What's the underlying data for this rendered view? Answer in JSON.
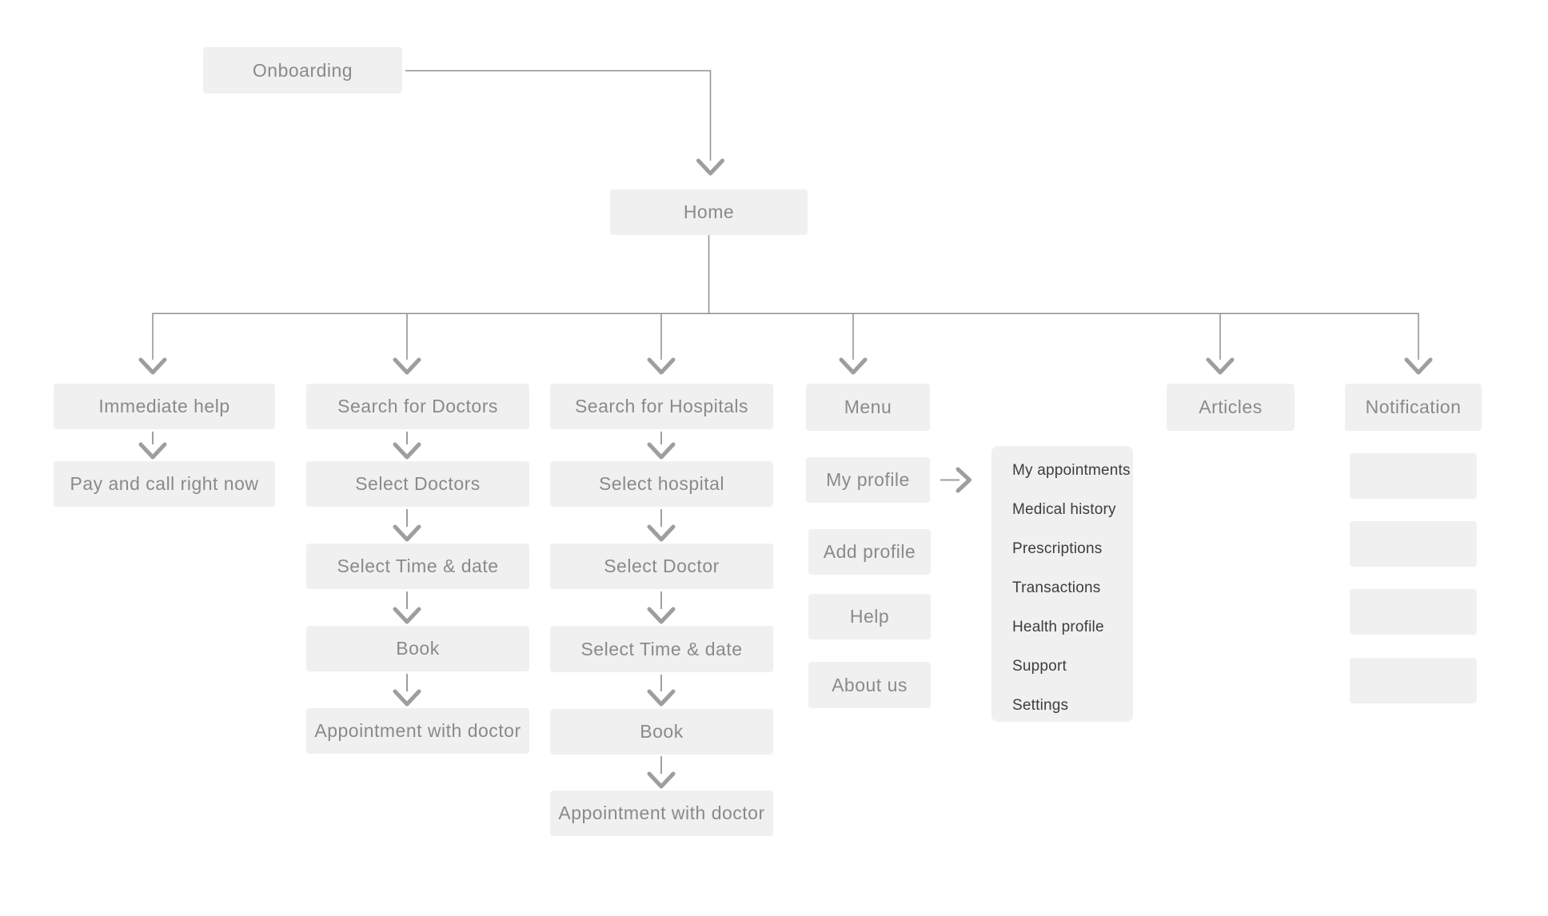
{
  "colors": {
    "background": "#ffffff",
    "node_fill": "#f0f0f0",
    "node_text": "#8a8a8a",
    "panel_fill": "#f0f0f0",
    "panel_text": "#3d3d3d",
    "connector": "#8f8f8f",
    "arrowhead": "#9e9e9e"
  },
  "nodes": {
    "onboarding": "Onboarding",
    "home": "Home",
    "immediate_help": [
      "Immediate help",
      "Pay and call right now"
    ],
    "search_doctors": [
      "Search for Doctors",
      "Select Doctors",
      "Select Time & date",
      "Book",
      "Appointment with doctor"
    ],
    "search_hospitals": [
      "Search for Hospitals",
      "Select hospital",
      "Select Doctor",
      "Select Time & date",
      "Book",
      "Appointment with doctor"
    ],
    "menu": [
      "Menu",
      "My profile",
      "Add profile",
      "Help",
      "About us"
    ],
    "articles": "Articles",
    "notification": "Notification"
  },
  "profile_menu": [
    "My appointments",
    "Medical history",
    "Prescriptions",
    "Transactions",
    "Health profile",
    "Support",
    "Settings"
  ],
  "notification_placeholder_count": 4
}
